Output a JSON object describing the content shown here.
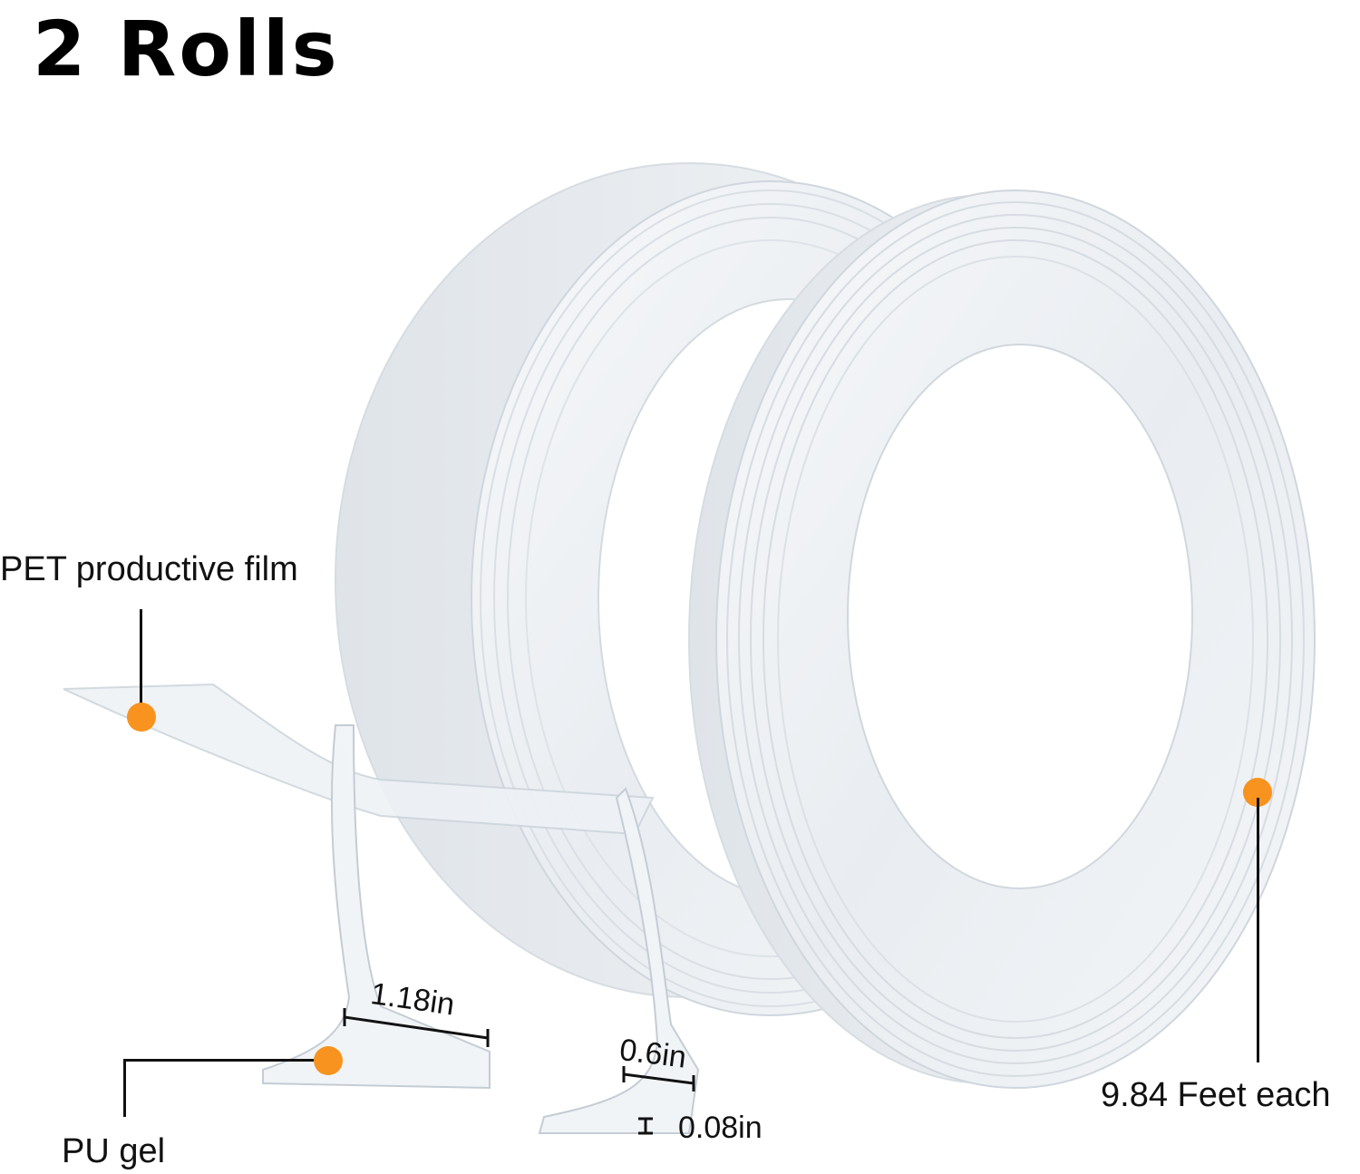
{
  "title": "2 Rolls",
  "callouts": {
    "pet_film": "PET productive film",
    "pu_gel": "PU gel",
    "length": "9.84 Feet each"
  },
  "dimensions": {
    "width_large": "1.18in",
    "width_small": "0.6in",
    "thickness": "0.08in"
  },
  "colors": {
    "marker": "#f7931e",
    "tape": "#eef1f4",
    "tape_edge": "#c9d1d8",
    "background": "#ffffff"
  }
}
